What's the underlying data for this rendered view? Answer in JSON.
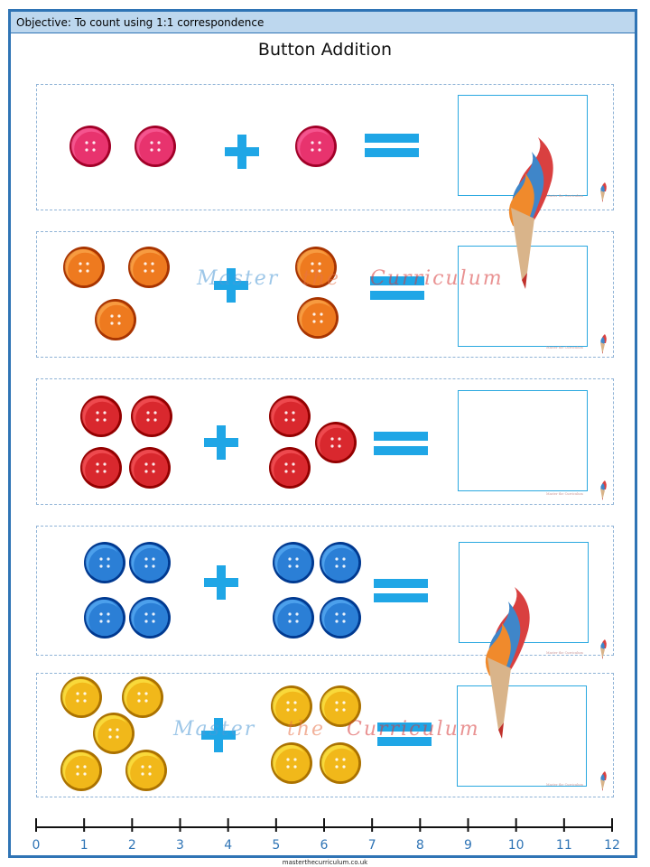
{
  "objective": "Objective: To count using 1:1 correspondence",
  "title": "Button Addition",
  "watermark": {
    "w1": "Master",
    "w2": "the",
    "w3": "Curriculum"
  },
  "mini_brand": "Master the Curriculum",
  "footer": "masterthecurriculum.co.uk",
  "colors": {
    "pink": "#e8336e",
    "orange": "#ee7a1f",
    "red": "#d9282e",
    "blue": "#2b7fd6",
    "yellow": "#f1b81a",
    "symbol": "#1fa6e6",
    "frame": "#2f74b5",
    "objective_bg": "#bdd7ee"
  },
  "rows": [
    {
      "color": "pink",
      "left_count": 2,
      "right_count": 1
    },
    {
      "color": "orange",
      "left_count": 3,
      "right_count": 2
    },
    {
      "color": "red",
      "left_count": 4,
      "right_count": 3
    },
    {
      "color": "blue",
      "left_count": 4,
      "right_count": 4
    },
    {
      "color": "yellow",
      "left_count": 5,
      "right_count": 4
    }
  ],
  "number_line": {
    "labels": [
      "0",
      "1",
      "2",
      "3",
      "4",
      "5",
      "6",
      "7",
      "8",
      "9",
      "10",
      "11",
      "12"
    ]
  },
  "icons": [
    "button-icon",
    "plus-icon",
    "equals-icon",
    "pencil-icon"
  ]
}
